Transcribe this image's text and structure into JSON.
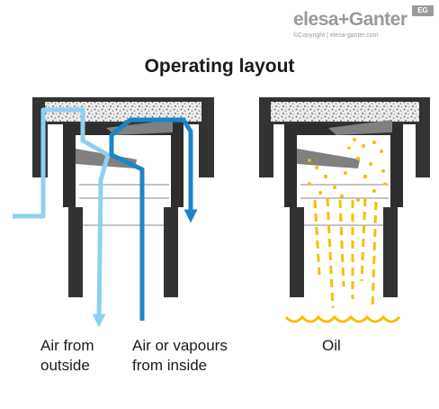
{
  "brand": {
    "name": "elesa+Ganter",
    "badge": "EG",
    "copyright": "©Copyright | elesa-ganter.com"
  },
  "title": "Operating layout",
  "labels": {
    "air_outside": "Air from outside",
    "air_inside": "Air or vapours from inside",
    "oil": "Oil"
  },
  "colors": {
    "outside_air_flow": "#8fcff0",
    "inside_air_flow": "#1b86c7",
    "oil": "#f2c200",
    "body_dark": "#333333",
    "body_grey": "#808080"
  }
}
